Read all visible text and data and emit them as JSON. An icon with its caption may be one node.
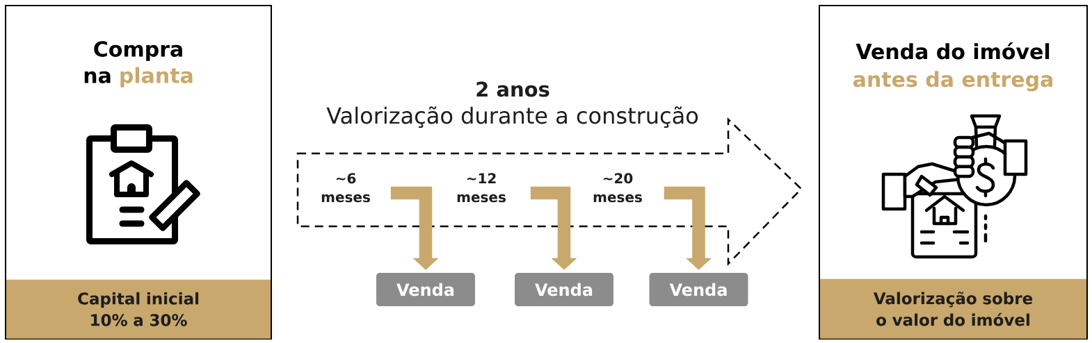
{
  "diagram": {
    "nodes": [
      {
        "text": [
          "Compra na",
          "planta"
        ]
      },
      {
        "text": [
          "Capital inicial 10% a 30%"
        ],
        "in": 0
      },
      {
        "text": [
          "2 anos",
          "Valorização durante a construção",
          "~6 meses",
          "~12 meses",
          "~20 meses"
        ]
      },
      {
        "text": [
          "Venda"
        ]
      },
      {
        "text": [
          "Venda"
        ]
      },
      {
        "text": [
          "Venda"
        ]
      },
      {
        "text": [
          "Venda do imóvel",
          "antes da entrega"
        ]
      },
      {
        "text": [
          "Valorização sobre o valor do imóvel"
        ],
        "in": 6
      }
    ],
    "edges": [
      {
        "from": 2,
        "to": 3,
        "arrow": "to"
      },
      {
        "from": 2,
        "to": 4,
        "arrow": "to"
      },
      {
        "from": 2,
        "to": 5,
        "arrow": "to"
      }
    ]
  }
}
